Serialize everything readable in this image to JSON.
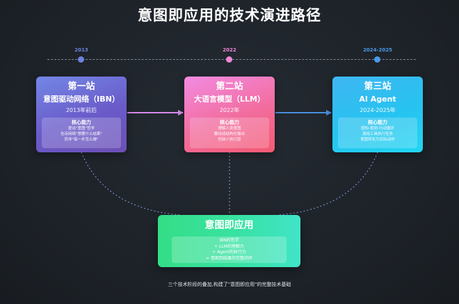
{
  "title": "意图即应用的技术演进路径",
  "timeline": [
    {
      "year": "2013",
      "color": "#6d83e0"
    },
    {
      "year": "2022",
      "color": "#ee86da"
    },
    {
      "year": "2024-2025",
      "color": "#4a9ae8"
    }
  ],
  "stages": [
    {
      "label": "第一站",
      "name": "意图驱动网络（IBN）",
      "period": "2013年前后",
      "capability_title": "核心能力",
      "capabilities": [
        "提出\"意图\"哲学",
        "告诉网络\"想要什么结果\"",
        "而非\"每一步怎么做\""
      ]
    },
    {
      "label": "第二站",
      "name": "大语言模型（LLM）",
      "period": "2022年",
      "capability_title": "核心能力",
      "capabilities": [
        "理解人类意图",
        "翻译成结构化输出",
        "但缺少执行层"
      ]
    },
    {
      "label": "第三站",
      "name": "AI Agent",
      "period": "2024-2025年",
      "capability_title": "核心能力",
      "capabilities": [
        "感知-规划-行动循环",
        "调用工具执行任务",
        "意图转化为实际动作"
      ]
    }
  ],
  "result": {
    "title": "意图即应用",
    "items": [
      "IBN的哲学",
      "+ LLM的理解力",
      "+ Agent的执行力",
      "= 意图到结果的完整闭环"
    ]
  },
  "caption": "三个技术阶段的叠加,构建了\"意图即应用\"的完整技术基础",
  "colors": {
    "arrow_1": "#d68bea",
    "arrow_2": "#4a8fe0",
    "dotted_link": "#8a9de0",
    "timeline": "#7d8794"
  }
}
